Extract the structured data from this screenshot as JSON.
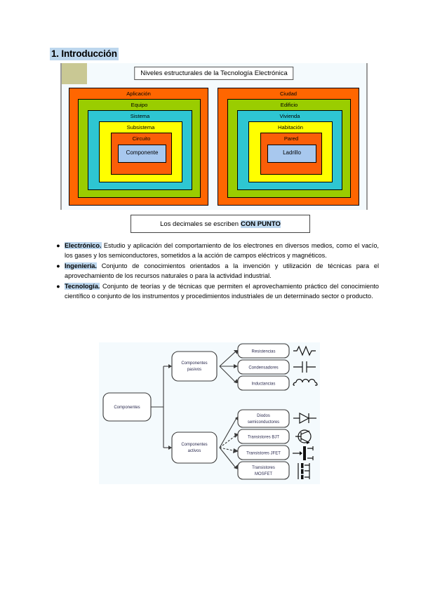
{
  "heading": "1. Introducción",
  "levels_figure": {
    "title": "Niveles estructurales de la Tecnología Electrónica",
    "left_stack": [
      {
        "label": "Aplicación",
        "color": "#ff6600"
      },
      {
        "label": "Equipo",
        "color": "#9acd00"
      },
      {
        "label": "Sistema",
        "color": "#2ec6d2"
      },
      {
        "label": "Subsistema",
        "color": "#ffff00"
      },
      {
        "label": "Circuito",
        "color": "#fb5e08"
      },
      {
        "label": "Componente",
        "color": "#a8c8ee"
      }
    ],
    "right_stack": [
      {
        "label": "Ciudad",
        "color": "#ff6600"
      },
      {
        "label": "Edificio",
        "color": "#9acd00"
      },
      {
        "label": "Vivienda",
        "color": "#2ec6d2"
      },
      {
        "label": "Habitación",
        "color": "#ffff00"
      },
      {
        "label": "Pared",
        "color": "#fb5e08"
      },
      {
        "label": "Ladrillo",
        "color": "#a8c8ee"
      }
    ],
    "corner_color": "#c9c894",
    "background": "#f4fafd"
  },
  "decimals_note": {
    "text": "Los decimales se escriben ",
    "emphasis": "CON PUNTO",
    "highlight_color": "#bdd7ee"
  },
  "definitions": [
    {
      "term": "Electrónico.",
      "text": " Estudio y aplicación del comportamiento de los electrones en diversos medios, como el vacío, los gases y los semiconductores, sometidos a la acción de campos eléctricos y magnéticos."
    },
    {
      "term": "Ingeniería.",
      "text": " Conjunto de conocimientos orientados a la invención y utilización de técnicas para el aprovechamiento de los recursos naturales o para la actividad industrial."
    },
    {
      "term": "Tecnología.",
      "text": " Conjunto de teorías y de técnicas que permiten el aprovechamiento práctico del conocimiento científico o conjunto de los instrumentos y procedimientos industriales de un determinado sector o producto."
    }
  ],
  "components_figure": {
    "root": "Componentes",
    "branches": [
      {
        "label": "Componentes pasivos",
        "line1": "Componentes",
        "line2": "pasivos",
        "leaves": [
          {
            "line1": "Resistencias",
            "line2": "",
            "symbol": "resistor-symbol"
          },
          {
            "line1": "Condensadores",
            "line2": "",
            "symbol": "capacitor-symbol"
          },
          {
            "line1": "Inductancias",
            "line2": "",
            "symbol": "inductor-symbol"
          }
        ]
      },
      {
        "label": "Componentes activos",
        "line1": "Componentes",
        "line2": "activos",
        "leaves": [
          {
            "line1": "Diodos",
            "line2": "semiconductores",
            "symbol": "diode-symbol"
          },
          {
            "line1": "Transistores BJT",
            "line2": "",
            "symbol": "bjt-symbol"
          },
          {
            "line1": "Transistores JFET",
            "line2": "",
            "symbol": "jfet-symbol"
          },
          {
            "line1": "Transistores",
            "line2": "MOSFET",
            "symbol": "mosfet-symbol"
          }
        ]
      }
    ],
    "background": "#f4fafd"
  }
}
